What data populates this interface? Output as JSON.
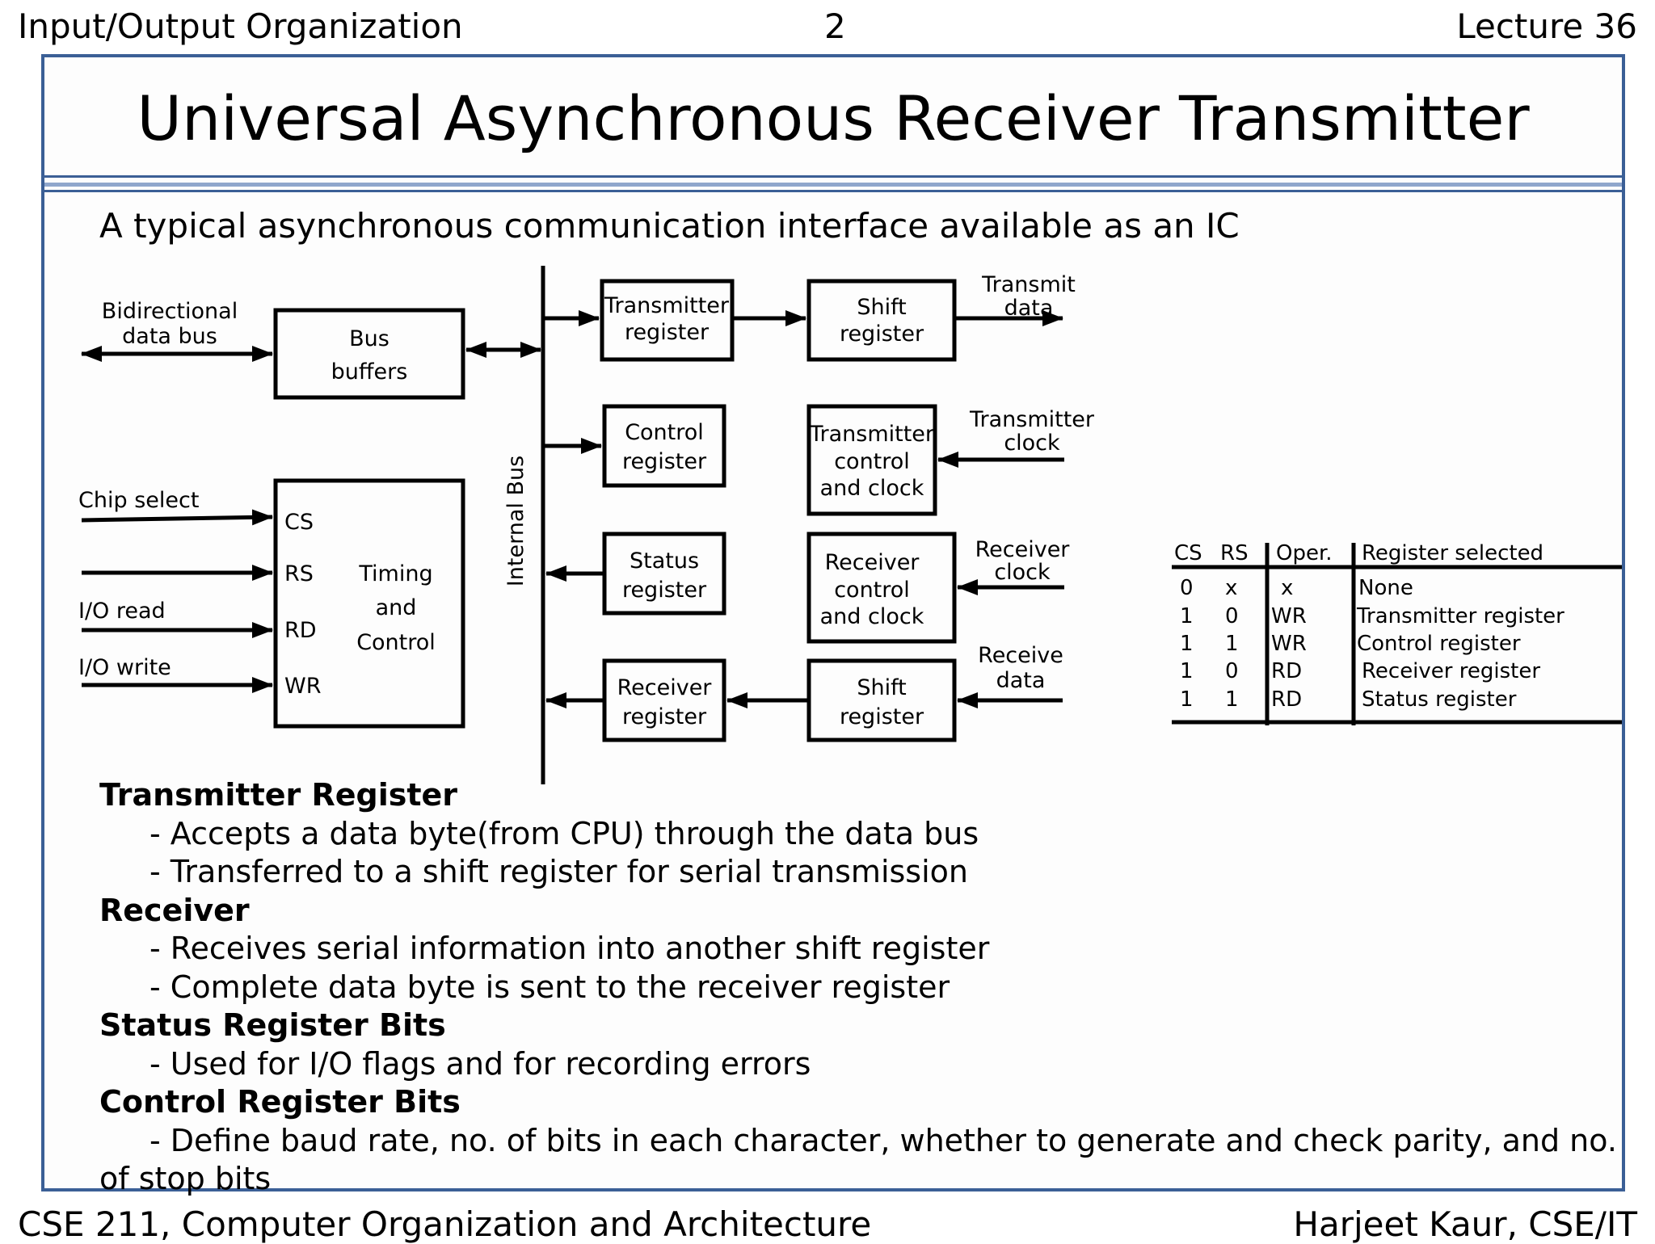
{
  "header": {
    "left": "Input/Output Organization",
    "center": "2",
    "right": "Lecture 36"
  },
  "footer": {
    "left": "CSE 211, Computer Organization and Architecture",
    "right": "Harjeet Kaur, CSE/IT"
  },
  "slide": {
    "title": "Universal Asynchronous Receiver Transmitter",
    "subtitle": "A typical asynchronous communication interface available as an IC"
  },
  "diagram": {
    "labels": {
      "bidir_bus": [
        "Bidirectional",
        "data bus"
      ],
      "chip_select": "Chip select",
      "io_read": "I/O read",
      "io_write": "I/O write",
      "internal_bus": "Internal Bus",
      "transmit_data": [
        "Transmit",
        "data"
      ],
      "transmitter_clock": [
        "Transmitter",
        "clock"
      ],
      "receiver_clock": [
        "Receiver",
        "clock"
      ],
      "receive_data": [
        "Receive",
        "data"
      ]
    },
    "boxes": {
      "bus_buffers": [
        "Bus",
        "buffers"
      ],
      "timing_pins": [
        "CS",
        "RS",
        "RD",
        "WR"
      ],
      "timing_label": [
        "Timing",
        "and",
        "Control"
      ],
      "transmitter_register": [
        "Transmitter",
        "register"
      ],
      "shift_register_tx": [
        "Shift",
        "register"
      ],
      "control_register": [
        "Control",
        "register"
      ],
      "transmitter_control": [
        "Transmitter",
        "control",
        "and clock"
      ],
      "status_register": [
        "Status",
        "register"
      ],
      "receiver_control": [
        "Receiver",
        "control",
        "and clock"
      ],
      "receiver_register": [
        "Receiver",
        "register"
      ],
      "shift_register_rx": [
        "Shift",
        "register"
      ]
    },
    "table": {
      "headers": [
        "CS",
        "RS",
        "Oper.",
        "Register selected"
      ],
      "rows": [
        [
          "0",
          "x",
          "x",
          "None"
        ],
        [
          "1",
          "0",
          "WR",
          "Transmitter register"
        ],
        [
          "1",
          "1",
          "WR",
          "Control register"
        ],
        [
          "1",
          "0",
          "RD",
          "Receiver register"
        ],
        [
          "1",
          "1",
          "RD",
          "Status register"
        ]
      ]
    }
  },
  "description": [
    {
      "heading": "Transmitter Register",
      "lines": [
        "- Accepts a data byte(from CPU) through the data bus",
        "- Transferred to a shift register for serial transmission"
      ]
    },
    {
      "heading": "Receiver",
      "lines": [
        "- Receives serial information into another shift register",
        "- Complete data byte is sent to the receiver register"
      ]
    },
    {
      "heading": "Status Register Bits",
      "lines": [
        "- Used for I/O flags and for recording errors"
      ]
    },
    {
      "heading": "Control Register Bits",
      "lines": [
        "- Define baud rate, no. of bits in each character, whether to generate and check parity, and no. of stop bits"
      ]
    }
  ]
}
